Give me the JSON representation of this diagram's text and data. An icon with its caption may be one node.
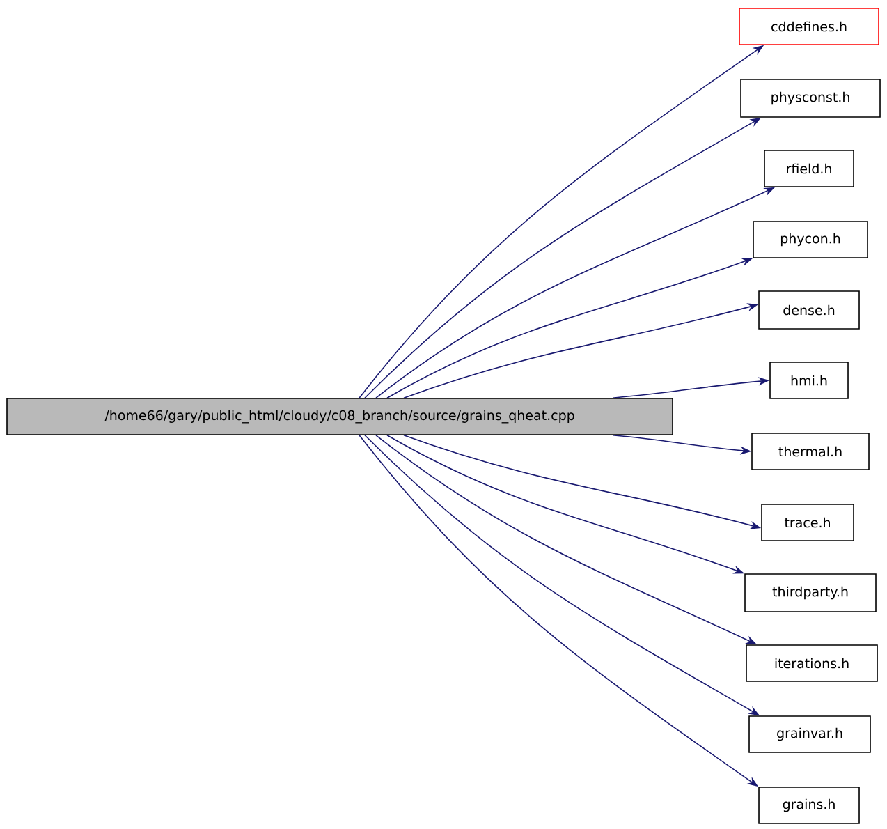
{
  "diagram": {
    "nodes": [
      {
        "text": [
          "/home66/gary/public_html/cloudy/c08_branch/source/grains_qheat.cpp"
        ]
      },
      {
        "text": [
          "cddefines.h"
        ]
      },
      {
        "text": [
          "physconst.h"
        ]
      },
      {
        "text": [
          "rfield.h"
        ]
      },
      {
        "text": [
          "phycon.h"
        ]
      },
      {
        "text": [
          "dense.h"
        ]
      },
      {
        "text": [
          "hmi.h"
        ]
      },
      {
        "text": [
          "thermal.h"
        ]
      },
      {
        "text": [
          "trace.h"
        ]
      },
      {
        "text": [
          "thirdparty.h"
        ]
      },
      {
        "text": [
          "iterations.h"
        ]
      },
      {
        "text": [
          "grainvar.h"
        ]
      },
      {
        "text": [
          "grains.h"
        ]
      }
    ],
    "edges": [
      {
        "from": 0,
        "to": 1,
        "arrow": "to"
      },
      {
        "from": 0,
        "to": 2,
        "arrow": "to"
      },
      {
        "from": 0,
        "to": 3,
        "arrow": "to"
      },
      {
        "from": 0,
        "to": 4,
        "arrow": "to"
      },
      {
        "from": 0,
        "to": 5,
        "arrow": "to"
      },
      {
        "from": 0,
        "to": 6,
        "arrow": "to"
      },
      {
        "from": 0,
        "to": 7,
        "arrow": "to"
      },
      {
        "from": 0,
        "to": 8,
        "arrow": "to"
      },
      {
        "from": 0,
        "to": 9,
        "arrow": "to"
      },
      {
        "from": 0,
        "to": 10,
        "arrow": "to"
      },
      {
        "from": 0,
        "to": 11,
        "arrow": "to"
      },
      {
        "from": 0,
        "to": 12,
        "arrow": "to"
      }
    ]
  }
}
